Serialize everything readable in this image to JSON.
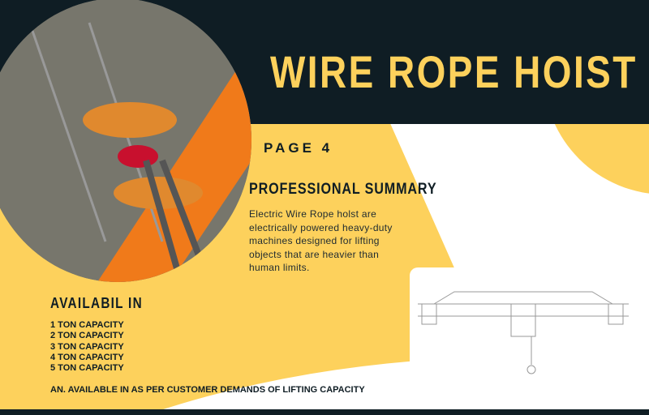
{
  "header": {
    "title": "WIRE ROPE HOIST"
  },
  "page_label": "PAGE 4",
  "summary": {
    "heading": "PROFESSIONAL SUMMARY",
    "text": "Electric Wire Rope holst are\n electrically powered heavy-duty\nmachines designed for lifting\nobjects that are heavier than\nhuman limits."
  },
  "availability": {
    "heading": "AVAILABIL IN",
    "items": [
      "1 TON CAPACITY",
      "2 TON CAPACITY",
      "3 TON CAPACITY",
      "4 TON CAPACITY",
      "5 TON CAPACITY"
    ],
    "note": "AN. AVAILABLE IN AS PER CUSTOMER DEMANDS OF LIFTING CAPACITY"
  },
  "colors": {
    "dark": "#0f1d24",
    "yellow": "#fdd15c",
    "orange": "#f07a1a"
  }
}
